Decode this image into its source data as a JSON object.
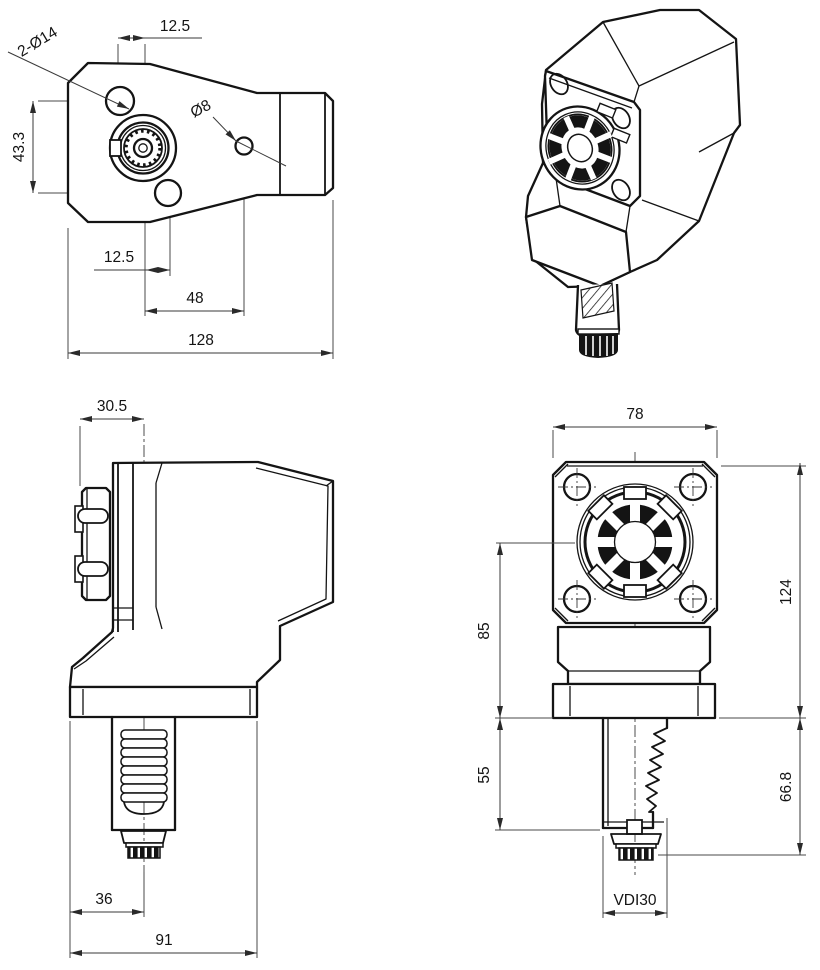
{
  "drawing_type": "technical-drawing",
  "colors": {
    "background": "#ffffff",
    "line": "#141414",
    "dim_line": "#3a3a3a"
  },
  "top_view": {
    "hole_pitch_top": "12.5",
    "holes_label": "2-Ø14",
    "side_hole_label": "Ø8",
    "hole_spacing_vertical": "43.3",
    "hole_pitch_bottom": "12.5",
    "center_to_side_hole": "48",
    "overall_length": "128"
  },
  "side_view": {
    "nose_projection": "30.5",
    "base_front_offset": "36",
    "base_length": "91"
  },
  "front_view": {
    "body_width": "78",
    "body_height": "124",
    "center_height": "85",
    "shank_to_groove": "55",
    "shank_length": "66.8",
    "shank_standard": "VDI30"
  }
}
